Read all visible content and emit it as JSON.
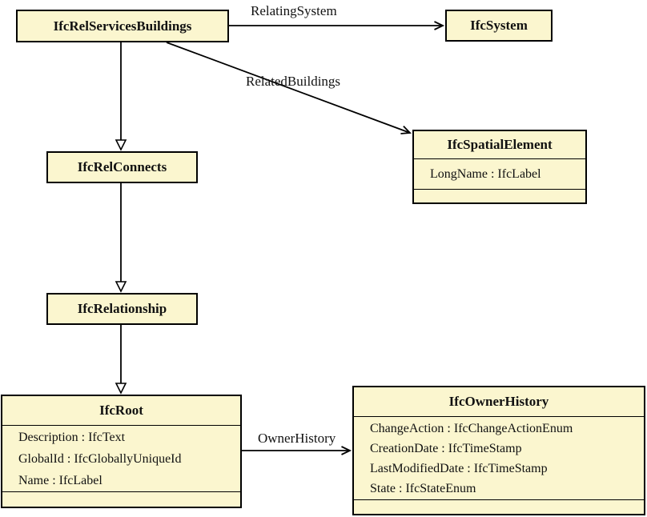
{
  "colors": {
    "class_fill": "#FBF6CF",
    "class_border": "#000000",
    "edge_line": "#000000",
    "text": "#111111",
    "background": "#FFFFFF"
  },
  "classes": [
    {
      "name": "IfcRelServicesBuildings",
      "attributes": []
    },
    {
      "name": "IfcSystem",
      "attributes": []
    },
    {
      "name": "IfcSpatialElement",
      "attributes": [
        "LongName : IfcLabel"
      ]
    },
    {
      "name": "IfcRelConnects",
      "attributes": []
    },
    {
      "name": "IfcRelationship",
      "attributes": []
    },
    {
      "name": "IfcRoot",
      "attributes": [
        "Description : IfcText",
        "GlobalId : IfcGloballyUniqueId",
        "Name : IfcLabel"
      ]
    },
    {
      "name": "IfcOwnerHistory",
      "attributes": [
        "ChangeAction : IfcChangeActionEnum",
        "CreationDate : IfcTimeStamp",
        "LastModifiedDate : IfcTimeStamp",
        "State : IfcStateEnum"
      ]
    }
  ],
  "edges": [
    {
      "label": "RelatingSystem",
      "from": "IfcRelServicesBuildings",
      "to": "IfcSystem",
      "type": "association"
    },
    {
      "label": "RelatedBuildings",
      "from": "IfcRelServicesBuildings",
      "to": "IfcSpatialElement",
      "type": "association"
    },
    {
      "label": "",
      "from": "IfcRelServicesBuildings",
      "to": "IfcRelConnects",
      "type": "generalization"
    },
    {
      "label": "",
      "from": "IfcRelConnects",
      "to": "IfcRelationship",
      "type": "generalization"
    },
    {
      "label": "",
      "from": "IfcRelationship",
      "to": "IfcRoot",
      "type": "generalization"
    },
    {
      "label": "OwnerHistory",
      "from": "IfcRoot",
      "to": "IfcOwnerHistory",
      "type": "association"
    }
  ]
}
